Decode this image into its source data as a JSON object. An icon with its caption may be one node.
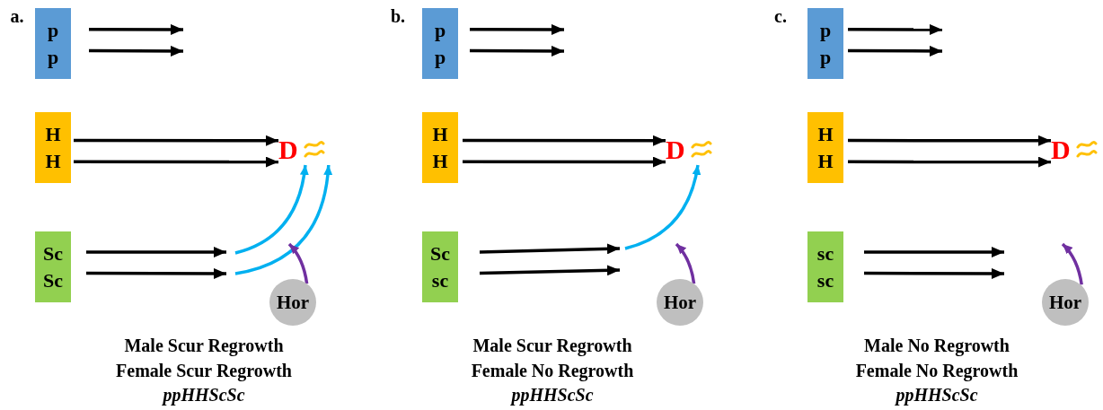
{
  "diagram": {
    "nodes": [
      {
        "text": [
          "p",
          "p"
        ]
      },
      {
        "text": [
          "H",
          "H"
        ]
      },
      {
        "text": [
          "Sc",
          "Sc"
        ]
      },
      {
        "text": [
          "D"
        ]
      },
      {
        "text": [
          "Hor"
        ]
      },
      {
        "text": [
          "p",
          "p"
        ]
      },
      {
        "text": [
          "H",
          "H"
        ]
      },
      {
        "text": [
          "Sc",
          "sc"
        ]
      },
      {
        "text": [
          "D"
        ]
      },
      {
        "text": [
          "Hor"
        ]
      },
      {
        "text": [
          "p",
          "p"
        ]
      },
      {
        "text": [
          "H",
          "H"
        ]
      },
      {
        "text": [
          "sc",
          "sc"
        ]
      },
      {
        "text": [
          "D"
        ]
      },
      {
        "text": [
          "Hor"
        ]
      }
    ],
    "edges": [
      {
        "from": 0,
        "to": null,
        "arrow": "to"
      },
      {
        "from": 0,
        "to": null,
        "arrow": "to"
      },
      {
        "from": 1,
        "to": 3,
        "arrow": "to"
      },
      {
        "from": 1,
        "to": 3,
        "arrow": "to"
      },
      {
        "from": 2,
        "to": null,
        "arrow": "to"
      },
      {
        "from": 2,
        "to": null,
        "arrow": "to"
      },
      {
        "from": null,
        "to": 3,
        "arrow": "to",
        "color": "#00b0f0"
      },
      {
        "from": null,
        "to": 3,
        "arrow": "to",
        "color": "#00b0f0"
      },
      {
        "from": 4,
        "to": null,
        "arrow": "to",
        "color": "#7030a0"
      },
      {
        "from": 5,
        "to": null,
        "arrow": "to"
      },
      {
        "from": 5,
        "to": null,
        "arrow": "to"
      },
      {
        "from": 6,
        "to": 8,
        "arrow": "to"
      },
      {
        "from": 6,
        "to": 8,
        "arrow": "to"
      },
      {
        "from": 7,
        "to": null,
        "arrow": "to"
      },
      {
        "from": 7,
        "to": null,
        "arrow": "to"
      },
      {
        "from": null,
        "to": 8,
        "arrow": "to",
        "color": "#00b0f0"
      },
      {
        "from": 9,
        "to": null,
        "arrow": "to",
        "color": "#7030a0"
      },
      {
        "from": 10,
        "to": null,
        "arrow": "to"
      },
      {
        "from": 10,
        "to": null,
        "arrow": "to"
      },
      {
        "from": 11,
        "to": 13,
        "arrow": "to"
      },
      {
        "from": 11,
        "to": 13,
        "arrow": "to"
      },
      {
        "from": 12,
        "to": null,
        "arrow": "to"
      },
      {
        "from": 12,
        "to": null,
        "arrow": "to"
      },
      {
        "from": 14,
        "to": null,
        "arrow": "to",
        "color": "#7030a0"
      }
    ],
    "labels": [
      "a.",
      "Male Scur Regrowth",
      "Female Scur Regrowth",
      "ppHHScSc",
      "b.",
      "Male Scur Regrowth",
      "Female No Regrowth",
      "ppHHScSc",
      "c.",
      "Male No Regrowth",
      "Female No Regrowth",
      "ppHHScSc"
    ]
  }
}
